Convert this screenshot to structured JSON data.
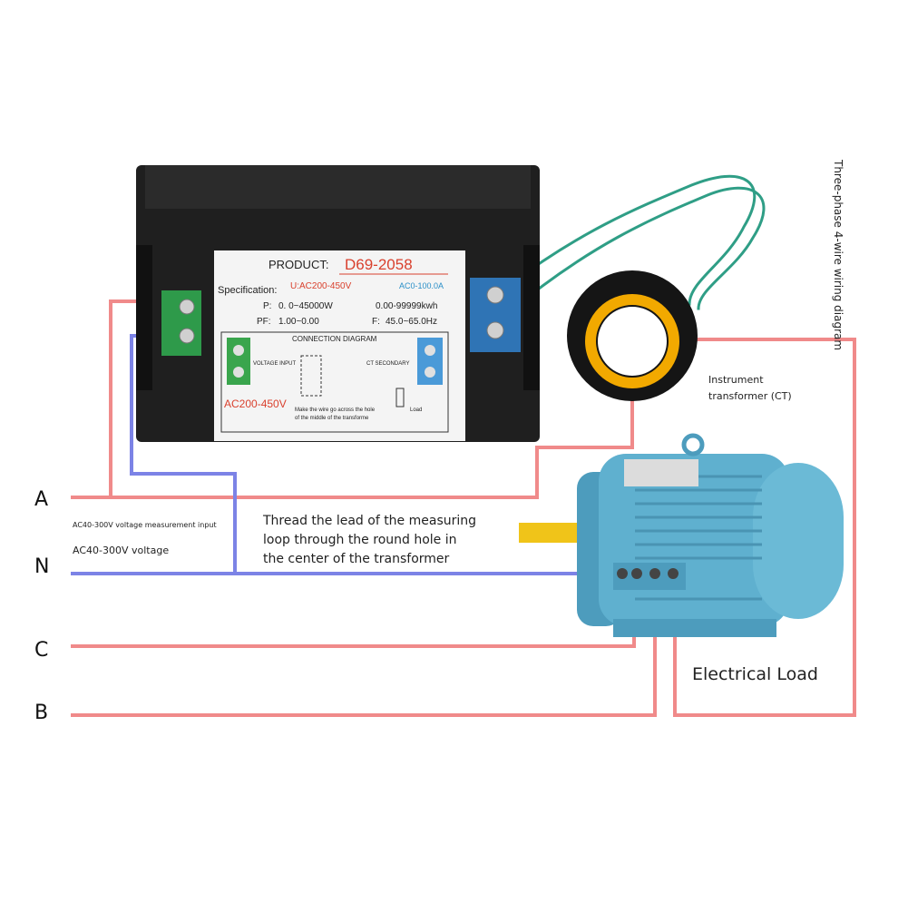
{
  "title_vertical": "Three-phase 4-wire wiring diagram",
  "phases": {
    "a": "A",
    "n": "N",
    "c": "C",
    "b": "B"
  },
  "notes": {
    "voltage_input": "AC40-300V voltage measurement input",
    "voltage": "AC40-300V voltage",
    "thread_line1": "Thread the lead of the measuring",
    "thread_line2": "loop through the round hole in",
    "thread_line3": "the center of the transformer",
    "ct_line1": "Instrument",
    "ct_line2": "transformer (CT)",
    "load": "Electrical Load"
  },
  "meter": {
    "product_label": "PRODUCT:",
    "model": "D69-2058",
    "spec_label": "Specification:",
    "voltage_spec": "U:AC200-450V",
    "current_spec": "AC0-100.0A",
    "power_label": "P:",
    "power_range": "0. 0~45000W",
    "energy_range": "0.00-99999kwh",
    "pf_label": "PF:",
    "pf_range": "1.00~0.00",
    "freq_label": "F:",
    "freq_range": "45.0~65.0Hz",
    "connection_title": "CONNECTION DIAGRAM",
    "voltage_input_tag": "VOLTAGE INPUT",
    "ct_secondary_tag": "CT SECONDARY",
    "range_badge": "AC200-450V",
    "wire_note_1": "Make the wire go across the hole",
    "wire_note_2": "of the middle of the transforme",
    "load_tag": "Load"
  },
  "colors": {
    "phase_wire": "#f08a8a",
    "neutral_wire": "#7c83e6",
    "ct_wire": "#2f9e86",
    "meter_body": "#1f1f1f",
    "terminal_green": "#2e9a4a",
    "terminal_blue": "#2f74b5",
    "motor": "#5fb0cf",
    "shaft": "#f0c419",
    "ct_ring": "#f2a900"
  }
}
